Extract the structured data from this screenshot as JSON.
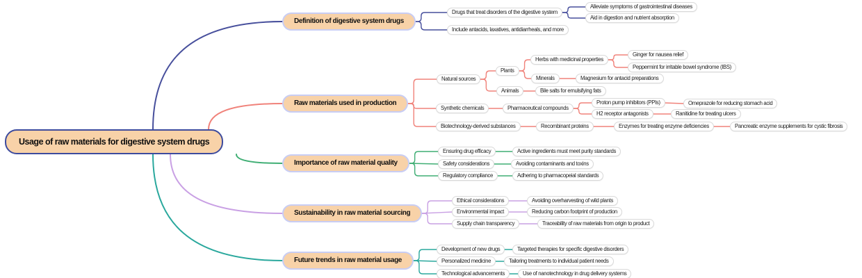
{
  "root": {
    "label": "Usage of raw materials for digestive system drugs"
  },
  "style": {
    "node_fill": "#f8d2a8",
    "root_border": "#3d4b9e",
    "branch_border": "#c8cdf4",
    "leaf_fill": "#ffffff",
    "leaf_border": "#d9d9d9"
  },
  "branches": [
    {
      "label": "Definition of digestive system drugs",
      "color": "#474f9c",
      "children": [
        {
          "label": "Drugs that treat disorders of the digestive system",
          "children": [
            {
              "label": "Alleviate symptoms of gastrointestinal diseases",
              "children": []
            },
            {
              "label": "Aid in digestion and nutrient absorption",
              "children": []
            }
          ]
        },
        {
          "label": "Include antacids, laxatives, antidiarrheals, and more",
          "children": []
        }
      ]
    },
    {
      "label": "Raw materials used in production",
      "color": "#f0827a",
      "children": [
        {
          "label": "Natural sources",
          "children": [
            {
              "label": "Plants",
              "children": [
                {
                  "label": "Herbs with medicinal properties",
                  "children": [
                    {
                      "label": "Ginger for nausea relief",
                      "children": []
                    },
                    {
                      "label": "Peppermint for irritable bowel syndrome (IBS)",
                      "children": []
                    }
                  ]
                },
                {
                  "label": "Minerals",
                  "children": [
                    {
                      "label": "Magnesium for antacid preparations",
                      "children": []
                    }
                  ]
                }
              ]
            },
            {
              "label": "Animals",
              "children": [
                {
                  "label": "Bile salts for emulsifying fats",
                  "children": []
                }
              ]
            }
          ]
        },
        {
          "label": "Synthetic chemicals",
          "children": [
            {
              "label": "Pharmaceutical compounds",
              "children": [
                {
                  "label": "Proton pump inhibitors (PPIs)",
                  "children": [
                    {
                      "label": "Omeprazole for reducing stomach acid",
                      "children": []
                    }
                  ]
                },
                {
                  "label": "H2 receptor antagonists",
                  "children": [
                    {
                      "label": "Ranitidine for treating ulcers",
                      "children": []
                    }
                  ]
                }
              ]
            }
          ]
        },
        {
          "label": "Biotechnology-derived substances",
          "children": [
            {
              "label": "Recombinant proteins",
              "children": [
                {
                  "label": "Enzymes for treating enzyme deficiencies",
                  "children": [
                    {
                      "label": "Pancreatic enzyme supplements for cystic fibrosis",
                      "children": []
                    }
                  ]
                }
              ]
            }
          ]
        }
      ]
    },
    {
      "label": "Importance of raw material quality",
      "color": "#3fae74",
      "children": [
        {
          "label": "Ensuring drug efficacy",
          "children": [
            {
              "label": "Active ingredients must meet purity standards",
              "children": []
            }
          ]
        },
        {
          "label": "Safety considerations",
          "children": [
            {
              "label": "Avoiding contaminants and toxins",
              "children": []
            }
          ]
        },
        {
          "label": "Regulatory compliance",
          "children": [
            {
              "label": "Adhering to pharmacopeial standards",
              "children": []
            }
          ]
        }
      ]
    },
    {
      "label": "Sustainability in raw material sourcing",
      "color": "#c9a0e4",
      "children": [
        {
          "label": "Ethical considerations",
          "children": [
            {
              "label": "Avoiding overharvesting of wild plants",
              "children": []
            }
          ]
        },
        {
          "label": "Environmental impact",
          "children": [
            {
              "label": "Reducing carbon footprint of production",
              "children": []
            }
          ]
        },
        {
          "label": "Supply chain transparency",
          "children": [
            {
              "label": "Traceability of raw materials from origin to product",
              "children": []
            }
          ]
        }
      ]
    },
    {
      "label": "Future trends in raw material usage",
      "color": "#2aa89d",
      "children": [
        {
          "label": "Development of new drugs",
          "children": [
            {
              "label": "Targeted therapies for specific digestive disorders",
              "children": []
            }
          ]
        },
        {
          "label": "Personalized medicine",
          "children": [
            {
              "label": "Tailoring treatments to individual patient needs",
              "children": []
            }
          ]
        },
        {
          "label": "Technological advancements",
          "children": [
            {
              "label": "Use of nanotechnology in drug delivery systems",
              "children": []
            }
          ]
        }
      ]
    }
  ]
}
